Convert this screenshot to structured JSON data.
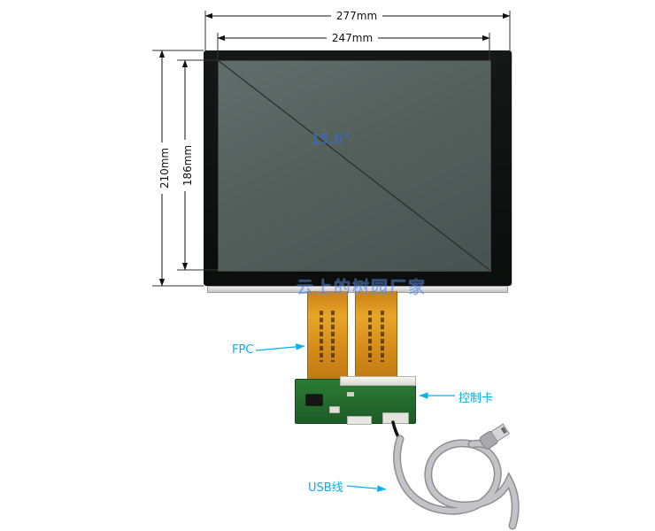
{
  "diagram": {
    "description": "15.6 inch touch panel dimension drawing with FPC, control card and USB cable"
  },
  "dimensions": {
    "outer_width": "277mm",
    "inner_width": "247mm",
    "outer_height": "210mm",
    "inner_height": "186mm",
    "diagonal": "15.6”"
  },
  "labels": {
    "fpc": "FPC",
    "control_card": "控制卡",
    "usb_cable": "USB线"
  },
  "watermark": {
    "text": "云上的树园厂家"
  },
  "colors": {
    "callout_cyan": "#00b0f0",
    "diagonal_blue": "#2e6fd8",
    "dimension_black": "#111111",
    "bezel_black": "#0d0f0e",
    "screen_gray_green": "#53605c",
    "fpc_orange": "#d68d1c",
    "pcb_green": "#24702d",
    "usb_cable_gray": "#bfbfc3",
    "background": "#ffffff"
  }
}
